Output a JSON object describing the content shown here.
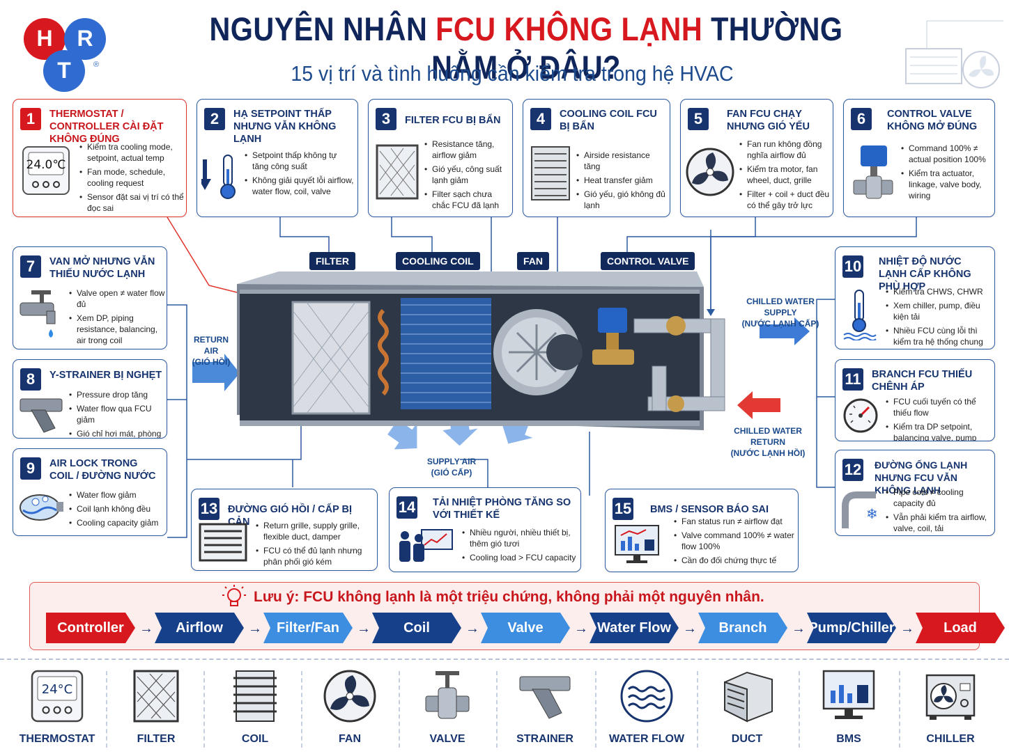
{
  "brand": {
    "letters": [
      "H",
      "R",
      "T"
    ],
    "registered": "®"
  },
  "header": {
    "title_pre": "NGUYÊN NHÂN ",
    "title_highlight": "FCU KHÔNG LẠNH",
    "title_post": " THƯỜNG NẰM Ở ĐÂU?",
    "subtitle": "15 vị trí và tình huống cần kiểm tra trong hệ HVAC"
  },
  "cards": [
    {
      "num": "1",
      "title": "THERMOSTAT / CONTROLLER CÀI ĐẶT KHÔNG ĐÚNG",
      "bullets": [
        "Kiểm tra cooling mode, setpoint, actual temp",
        "Fan mode, schedule, cooling request",
        "Sensor đặt sai vị trí có thể đọc sai"
      ],
      "icon": "thermostat-icon",
      "display": "24.0℃"
    },
    {
      "num": "2",
      "title": "HẠ SETPOINT THẤP NHƯNG VẪN KHÔNG LẠNH",
      "bullets": [
        "Setpoint thấp không tự tăng công suất",
        "Không giải quyết lỗi airflow, water flow, coil, valve"
      ],
      "icon": "thermometer-icon"
    },
    {
      "num": "3",
      "title": "FILTER FCU BỊ BẨN",
      "bullets": [
        "Resistance tăng, airflow giảm",
        "Gió yếu, công suất lạnh giảm",
        "Filter sạch chưa chắc FCU đã lạnh"
      ],
      "icon": "filter-icon"
    },
    {
      "num": "4",
      "title": "COOLING COIL FCU BỊ BẨN",
      "bullets": [
        "Airside resistance tăng",
        "Heat transfer giảm",
        "Gió yếu, gió không đủ lạnh"
      ],
      "icon": "coil-icon"
    },
    {
      "num": "5",
      "title": "FAN FCU CHẠY NHƯNG GIÓ YẾU",
      "bullets": [
        "Fan run không đồng nghĩa airflow đủ",
        "Kiểm tra motor, fan wheel, duct, grille",
        "Filter + coil + duct đều có thể gây trở lực"
      ],
      "icon": "fan-icon"
    },
    {
      "num": "6",
      "title": "CONTROL VALVE KHÔNG MỞ ĐÚNG",
      "bullets": [
        "Command 100% ≠ actual position 100%",
        "Kiểm tra actuator, linkage, valve body, wiring"
      ],
      "icon": "control-valve-icon"
    },
    {
      "num": "7",
      "title": "VAN MỞ NHƯNG VẪN THIẾU NƯỚC LẠNH",
      "bullets": [
        "Valve open ≠ water flow đủ",
        "Xem DP, piping resistance, balancing, air trong coil"
      ],
      "icon": "faucet-icon"
    },
    {
      "num": "8",
      "title": "Y-STRAINER BỊ NGHẸT",
      "bullets": [
        "Pressure drop tăng",
        "Water flow qua FCU giảm",
        "Gió chỉ hơi mát, phòng không đạt setpoint"
      ],
      "icon": "strainer-icon"
    },
    {
      "num": "9",
      "title": "AIR LOCK TRONG COIL / ĐƯỜNG NƯỚC",
      "bullets": [
        "Water flow giảm",
        "Coil lạnh không đều",
        "Cooling capacity giảm"
      ],
      "icon": "airlock-icon"
    },
    {
      "num": "10",
      "title": "NHIỆT ĐỘ NƯỚC LẠNH CẤP KHÔNG PHÙ HỢP",
      "bullets": [
        "Kiểm tra CHWS, CHWR",
        "Xem chiller, pump, điều kiện tải",
        "Nhiều FCU cùng lỗi thì kiểm tra hệ thống chung"
      ],
      "icon": "water-thermometer-icon"
    },
    {
      "num": "11",
      "title": "BRANCH FCU THIẾU CHÊNH ÁP",
      "bullets": [
        "FCU cuối tuyến có thể thiếu flow",
        "Kiểm tra DP setpoint, balancing valve, pump"
      ],
      "icon": "gauge-icon"
    },
    {
      "num": "12",
      "title": "ĐƯỜNG ỐNG LẠNH NHƯNG FCU VẪN KHÔNG LẠNH",
      "bullets": [
        "Pipe cold ≠ cooling capacity đủ",
        "Vẫn phải kiểm tra airflow, valve, coil, tải"
      ],
      "icon": "pipe-icon"
    },
    {
      "num": "13",
      "title": "ĐƯỜNG GIÓ HỒI / CẤP BỊ CẢN",
      "bullets": [
        "Return grille, supply grille, flexible duct, damper",
        "FCU có thể đủ lạnh nhưng phân phối gió kém"
      ],
      "icon": "grille-icon"
    },
    {
      "num": "14",
      "title": "TẢI NHIỆT PHÒNG TĂNG SO VỚI THIẾT KẾ",
      "bullets": [
        "Nhiều người, nhiều thiết bị, thêm gió tươi",
        "Cooling load > FCU capacity"
      ],
      "icon": "people-icon"
    },
    {
      "num": "15",
      "title": "BMS / SENSOR BÁO SAI",
      "bullets": [
        "Fan status run ≠ airflow đạt",
        "Valve command 100% ≠ water flow 100%",
        "Cần đo đối chứng thực tế"
      ],
      "icon": "monitor-icon"
    }
  ],
  "diagram": {
    "tags": [
      "FILTER",
      "COOLING COIL",
      "FAN",
      "CONTROL VALVE"
    ],
    "return_air": [
      "RETURN AIR",
      "(GIÓ HỒI)"
    ],
    "supply_air": [
      "SUPPLY AIR",
      "(GIÓ CẤP)"
    ],
    "chws": [
      "CHILLED WATER SUPPLY",
      "(NƯỚC LẠNH CẤP)"
    ],
    "chwr": [
      "CHILLED WATER RETURN",
      "(NƯỚC LẠNH HỒI)"
    ]
  },
  "note": {
    "text": "Lưu ý: FCU không lạnh là một triệu chứng, không phải một nguyên nhân.",
    "steps": [
      "Controller",
      "Airflow",
      "Filter/Fan",
      "Coil",
      "Valve",
      "Water Flow",
      "Branch",
      "Pump/Chiller",
      "Load"
    ],
    "colors": [
      "#d7191f",
      "#17408a",
      "#3d8de0",
      "#17408a",
      "#3d8de0",
      "#17408a",
      "#3d8de0",
      "#17408a",
      "#d7191f"
    ]
  },
  "bottom": [
    {
      "label": "THERMOSTAT",
      "icon": "thermostat-icon",
      "display": "24°C"
    },
    {
      "label": "FILTER",
      "icon": "filter-icon"
    },
    {
      "label": "COIL",
      "icon": "coil-icon"
    },
    {
      "label": "FAN",
      "icon": "fan-icon"
    },
    {
      "label": "VALVE",
      "icon": "valve-icon"
    },
    {
      "label": "STRAINER",
      "icon": "strainer-icon"
    },
    {
      "label": "WATER FLOW",
      "icon": "water-flow-icon"
    },
    {
      "label": "DUCT",
      "icon": "duct-icon"
    },
    {
      "label": "BMS",
      "icon": "bms-icon"
    },
    {
      "label": "CHILLER",
      "icon": "chiller-icon"
    }
  ]
}
